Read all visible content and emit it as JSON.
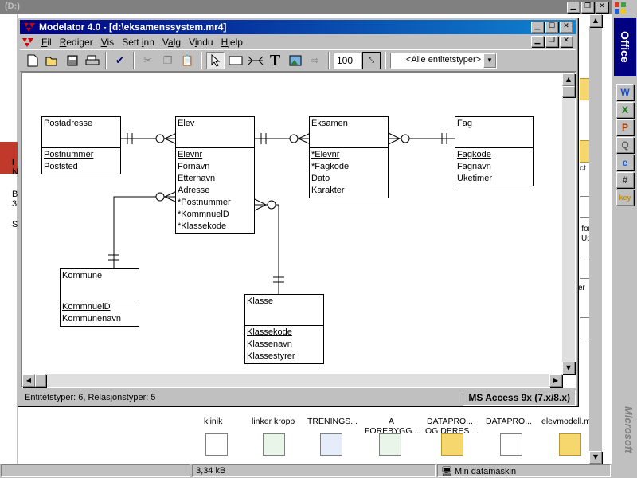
{
  "background_window": {
    "title": "(D:)",
    "status_size": "3,34 kB",
    "status_location": "Min datamaskin",
    "right_texts": [
      "ct",
      "u for",
      "Up",
      "er"
    ],
    "left_letters": [
      "I",
      "N",
      "B",
      "3",
      "S"
    ],
    "file_labels": [
      {
        "line1": "klinik",
        "line2": ""
      },
      {
        "line1": "linker kropp",
        "line2": ""
      },
      {
        "line1": "TRENINGS...",
        "line2": ""
      },
      {
        "line1": "A",
        "line2": "FOREBYGG..."
      },
      {
        "line1": "DATAPRO...",
        "line2": "OG DERES ..."
      },
      {
        "line1": "DATAPRO...",
        "line2": ""
      },
      {
        "line1": "elevmodell.mr4",
        "line2": ""
      }
    ]
  },
  "office_bar": {
    "title": "Office",
    "brand": "Microsoft",
    "buttons": [
      "W",
      "X",
      "P",
      "Q",
      "e",
      "#",
      "key"
    ]
  },
  "app": {
    "title": "Modelator 4.0 - [d:\\eksamenssystem.mr4]",
    "menu": [
      {
        "pre": "",
        "acc": "F",
        "post": "il"
      },
      {
        "pre": "",
        "acc": "R",
        "post": "ediger"
      },
      {
        "pre": "",
        "acc": "V",
        "post": "is"
      },
      {
        "pre": "Sett ",
        "acc": "i",
        "post": "nn"
      },
      {
        "pre": "V",
        "acc": "a",
        "post": "lg"
      },
      {
        "pre": "V",
        "acc": "i",
        "post": "ndu"
      },
      {
        "pre": "",
        "acc": "H",
        "post": "jelp"
      }
    ],
    "zoom": "100",
    "entity_filter": "<Alle entitetstyper>",
    "status_left": "Entitetstyper: 6, Relasjonstyper: 5",
    "status_right": "MS Access 9x (7.x/8.x)"
  },
  "entities": {
    "postadresse": {
      "name": "Postadresse",
      "pk": [
        "Postnummer"
      ],
      "attrs": [
        "Poststed"
      ]
    },
    "elev": {
      "name": "Elev",
      "pk": [
        "Elevnr"
      ],
      "attrs": [
        "Fornavn",
        "Etternavn",
        "Adresse",
        "*Postnummer",
        "*KommnuelD",
        "*Klassekode"
      ]
    },
    "eksamen": {
      "name": "Eksamen",
      "pk": [
        "*Elevnr",
        "*Fagkode"
      ],
      "attrs": [
        "Dato",
        "Karakter"
      ]
    },
    "fag": {
      "name": "Fag",
      "pk": [
        "Fagkode"
      ],
      "attrs": [
        "Fagnavn",
        "Uketimer"
      ]
    },
    "kommune": {
      "name": "Kommune",
      "pk": [
        "KommnuelD"
      ],
      "attrs": [
        "Kommunenavn"
      ]
    },
    "klasse": {
      "name": "Klasse",
      "pk": [
        "Klassekode"
      ],
      "attrs": [
        "Klassenavn",
        "Klassestyrer"
      ]
    }
  },
  "colors": {
    "title_active": "#000080",
    "title_inactive": "#808080",
    "face": "#c0c0c0",
    "office_title": "#000080"
  }
}
